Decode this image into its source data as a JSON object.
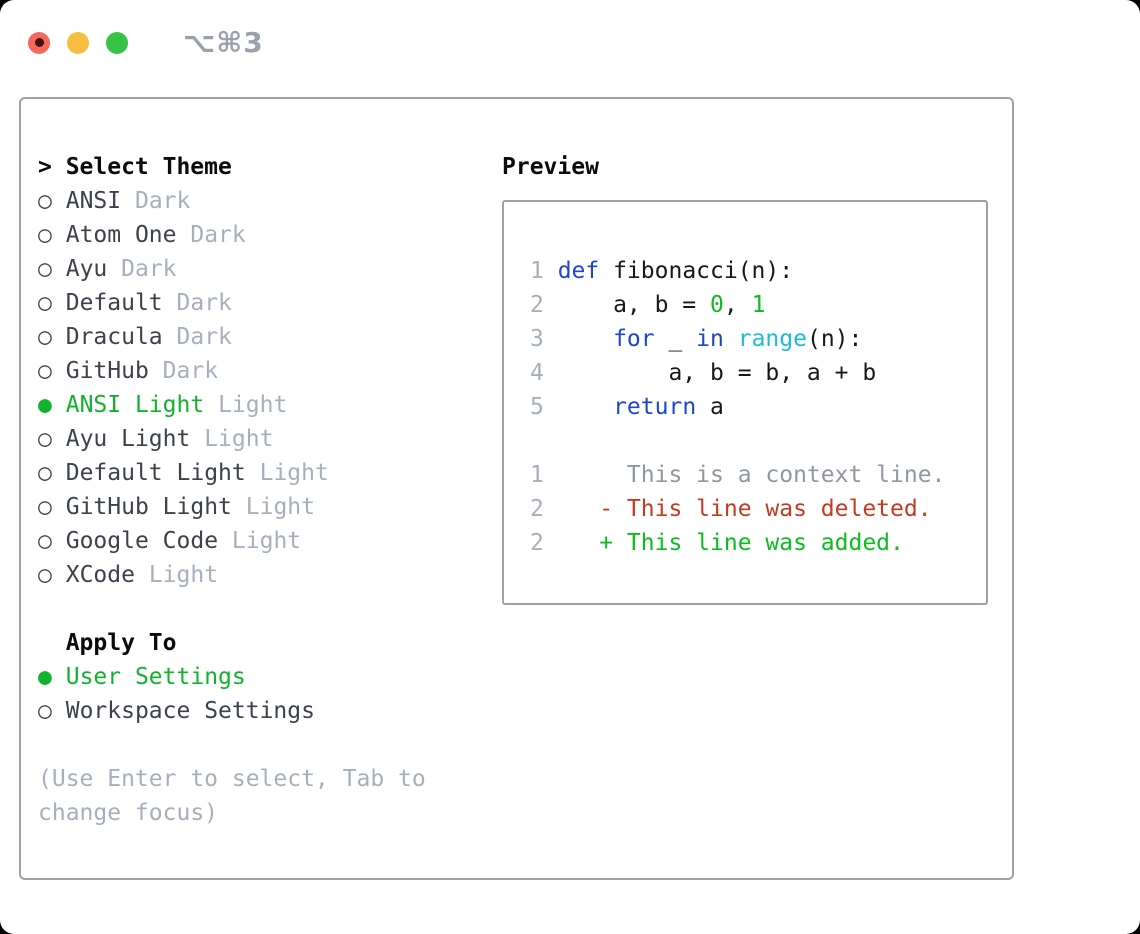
{
  "titlebar": {
    "shortcut": "⌥⌘3"
  },
  "icons": {
    "radio_selected": "●",
    "radio_unselected": "○",
    "prompt_caret": ">",
    "traffic_lights": [
      "close-button",
      "minimize-button",
      "zoom-button"
    ]
  },
  "left": {
    "prompt_marker": ">",
    "title": "Select Theme",
    "themes": [
      {
        "name": "ANSI",
        "tag": "Dark",
        "selected": false
      },
      {
        "name": "Atom One",
        "tag": "Dark",
        "selected": false
      },
      {
        "name": "Ayu",
        "tag": "Dark",
        "selected": false
      },
      {
        "name": "Default",
        "tag": "Dark",
        "selected": false
      },
      {
        "name": "Dracula",
        "tag": "Dark",
        "selected": false
      },
      {
        "name": "GitHub",
        "tag": "Dark",
        "selected": false
      },
      {
        "name": "ANSI Light",
        "tag": "Light",
        "selected": true
      },
      {
        "name": "Ayu Light",
        "tag": "Light",
        "selected": false
      },
      {
        "name": "Default Light",
        "tag": "Light",
        "selected": false
      },
      {
        "name": "GitHub Light",
        "tag": "Light",
        "selected": false
      },
      {
        "name": "Google Code",
        "tag": "Light",
        "selected": false
      },
      {
        "name": "XCode",
        "tag": "Light",
        "selected": false
      }
    ],
    "apply_to_title": "Apply To",
    "apply_options": [
      {
        "label": "User Settings",
        "selected": true
      },
      {
        "label": "Workspace Settings",
        "selected": false
      }
    ],
    "help_lines": [
      "(Use Enter to select, Tab to",
      "change focus)"
    ]
  },
  "preview": {
    "title": "Preview",
    "code_lines": [
      {
        "num": "1",
        "tokens": [
          {
            "t": "def",
            "c": "kw"
          },
          {
            "t": " fibonacci(n):",
            "c": "tx"
          }
        ]
      },
      {
        "num": "2",
        "tokens": [
          {
            "t": "    a, b = ",
            "c": "tx"
          },
          {
            "t": "0",
            "c": "num"
          },
          {
            "t": ", ",
            "c": "tx"
          },
          {
            "t": "1",
            "c": "num"
          }
        ]
      },
      {
        "num": "3",
        "tokens": [
          {
            "t": "    ",
            "c": "tx"
          },
          {
            "t": "for",
            "c": "kw"
          },
          {
            "t": " _ ",
            "c": "tx"
          },
          {
            "t": "in",
            "c": "kw"
          },
          {
            "t": " ",
            "c": "tx"
          },
          {
            "t": "range",
            "c": "fn"
          },
          {
            "t": "(n):",
            "c": "tx"
          }
        ]
      },
      {
        "num": "4",
        "tokens": [
          {
            "t": "        a, b = b, a + b",
            "c": "tx"
          }
        ]
      },
      {
        "num": "5",
        "tokens": [
          {
            "t": "    ",
            "c": "tx"
          },
          {
            "t": "return",
            "c": "kw"
          },
          {
            "t": " a",
            "c": "tx"
          }
        ]
      },
      {
        "num": "",
        "tokens": []
      },
      {
        "num": "1",
        "tokens": [
          {
            "t": "     This is a context line.",
            "c": "ctx"
          }
        ]
      },
      {
        "num": "2",
        "tokens": [
          {
            "t": "   - This line was deleted.",
            "c": "del"
          }
        ]
      },
      {
        "num": "2",
        "tokens": [
          {
            "t": "   + This line was added.",
            "c": "add"
          }
        ]
      }
    ]
  },
  "colors": {
    "ui_green": "#10b32c",
    "diff_green": "#0cbd1f",
    "diff_red": "#c63a20",
    "keyword_blue": "#1e44d2",
    "builtin_cyan": "#1cbcd6",
    "code_fg": "#16181c",
    "muted_gray": "#a6afbc",
    "context_gray": "#8e97a3",
    "item_fg": "#3c424c",
    "heading_fg": "#0b0b0d",
    "border_gray": "#9aa2ad",
    "traffic_red": "#f2685c",
    "traffic_yellow": "#f6bd41",
    "traffic_green": "#36c245",
    "shortcut_gray": "#9aa1ab"
  }
}
